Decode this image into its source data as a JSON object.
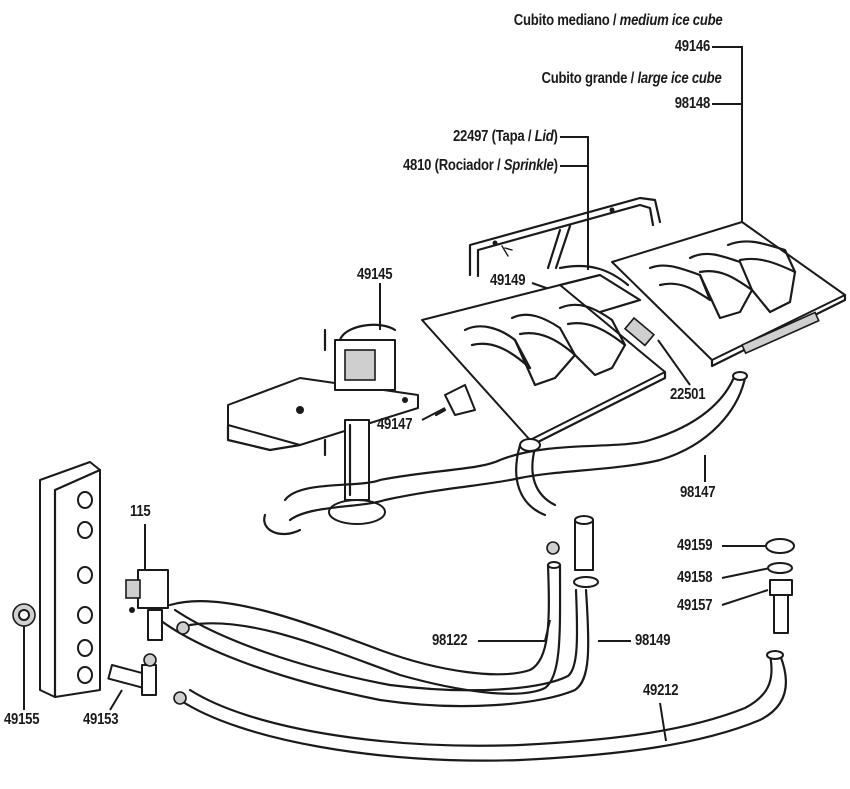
{
  "labels": {
    "medium_cube": {
      "es": "Cubito mediano / ",
      "en": "medium ice cube"
    },
    "p49146": "49146",
    "large_cube": {
      "es": "Cubito grande / ",
      "en": "large ice cube"
    },
    "p98148": "98148",
    "lid": {
      "pre": "22497 (Tapa / ",
      "en": "Lid",
      "post": ")"
    },
    "sprinkle": {
      "pre": "4810 (Rociador / ",
      "en": "Sprinkle",
      "post": ")"
    },
    "p49145": "49145",
    "p49149": "49149",
    "p49147": "49147",
    "p22501": "22501",
    "p98147": "98147",
    "p115": "115",
    "p49159": "49159",
    "p49158": "49158",
    "p49157": "49157",
    "p98122": "98122",
    "p98149": "98149",
    "p49212": "49212",
    "p49155": "49155",
    "p49153": "49153"
  }
}
